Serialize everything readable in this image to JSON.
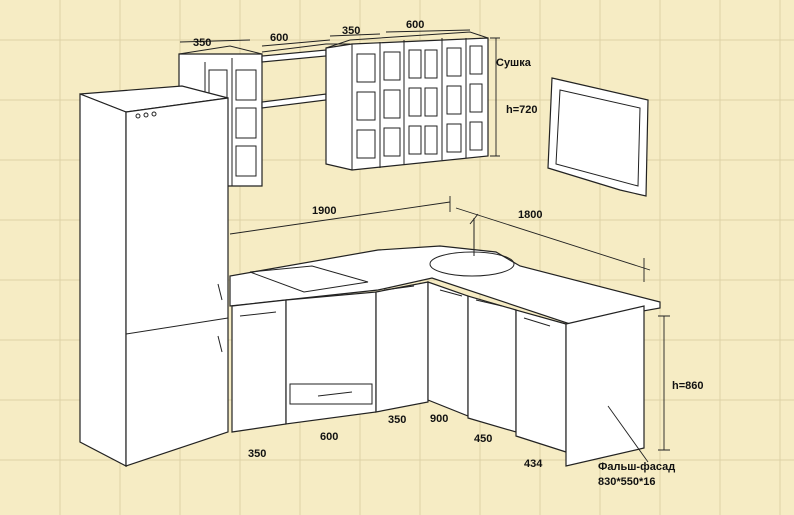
{
  "diagram": {
    "labels": {
      "upper_1": "350",
      "upper_2": "600",
      "upper_3": "350",
      "upper_4": "600",
      "dryer": "Сушка",
      "upper_height": "h=720",
      "wall_left": "1900",
      "wall_right": "1800",
      "lower_height": "h=860",
      "bottom_350a": "350",
      "bottom_600": "600",
      "bottom_350b": "350",
      "bottom_900": "900",
      "bottom_450": "450",
      "bottom_434": "434",
      "false_facade": "Фальш-фасад",
      "false_facade_size": "830*550*16"
    },
    "colors": {
      "background": "#f6ecc4",
      "tile_lines": "#ddd2a6",
      "outline": "#222222",
      "surface": "#ffffff"
    }
  }
}
